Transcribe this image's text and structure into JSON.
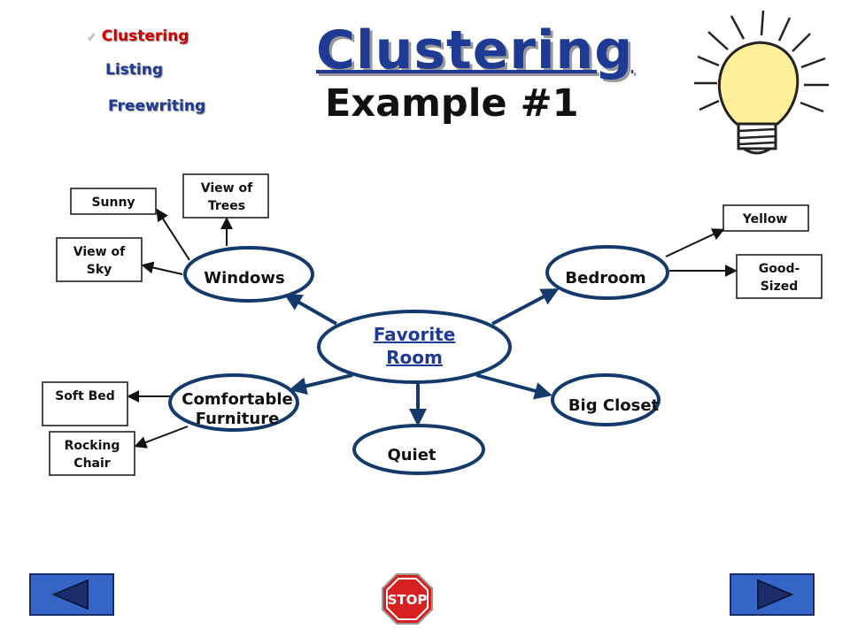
{
  "nav": {
    "clustering": "Clustering",
    "listing": "Listing",
    "freewriting": "Freewriting"
  },
  "title": "Clustering",
  "subtitle": "Example #1",
  "diagram": {
    "center": [
      "Favorite",
      "Room"
    ],
    "windows": "Windows",
    "bedroom": "Bedroom",
    "furniture": [
      "Comfortable",
      "Furniture"
    ],
    "quiet": "Quiet",
    "closet": "Big Closet",
    "sunny": "Sunny",
    "view_trees": [
      "View of",
      "Trees"
    ],
    "view_sky": [
      "View of",
      "Sky"
    ],
    "yellow": "Yellow",
    "good_sized": [
      "Good-",
      "Sized"
    ],
    "soft_bed": "Soft Bed",
    "rocking_chair": [
      "Rocking",
      "Chair"
    ]
  },
  "controls": {
    "stop_label": "STOP"
  },
  "colors": {
    "ellipse_stroke": "#143a6b",
    "title": "#1f3a93",
    "active_nav": "#cc0000",
    "button": "#3565c6"
  },
  "icons": {
    "lightbulb": "lightbulb-icon",
    "back": "back-arrow-icon",
    "forward": "forward-arrow-icon",
    "stop": "stop-sign-icon"
  }
}
